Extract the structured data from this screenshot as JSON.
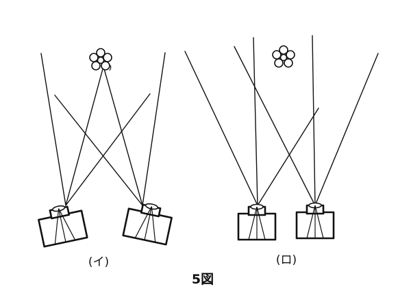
{
  "figure": {
    "caption": "5図",
    "panel_left_label": "(イ)",
    "panel_right_label": "(ロ)"
  },
  "icons": {
    "subject": "flower-icon",
    "device": "camera-icon"
  }
}
